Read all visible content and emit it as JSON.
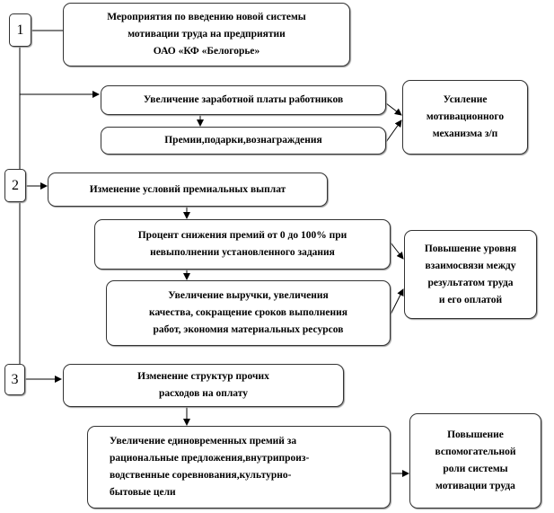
{
  "steps": [
    {
      "number": "1",
      "title": "Мероприятия по введению новой системы\nмотивации труда на предприятии\nОАО «КФ «Белогорье»",
      "actions": [
        "Увеличение  заработной платы работников",
        "Премии,подарки,вознаграждения"
      ],
      "result": "Усиление\nмотивационного\nмеханизма з/п"
    },
    {
      "number": "2",
      "title": "Изменение условий премиальных выплат",
      "actions": [
        "Процент снижения премий от 0 до 100% при\nневыполнении установленного задания",
        "Увеличение выручки, увеличения\nкачества, сокращение сроков выполнения\nработ, экономия материальных ресурсов"
      ],
      "result": "Повышение уровня\nвзаимосвязи между\nрезультатом труда\nи его оплатой"
    },
    {
      "number": "3",
      "title": "Изменение структур прочих\nрасходов на оплату",
      "actions": [
        "Увеличение единовременных премий за\nрациональные предложения,внутрипроиз-\nводственные соревнования,культурно-\nбытовые цели"
      ],
      "result": "Повышение\nвспомогательной\nроли системы\nмотивации труда"
    }
  ]
}
